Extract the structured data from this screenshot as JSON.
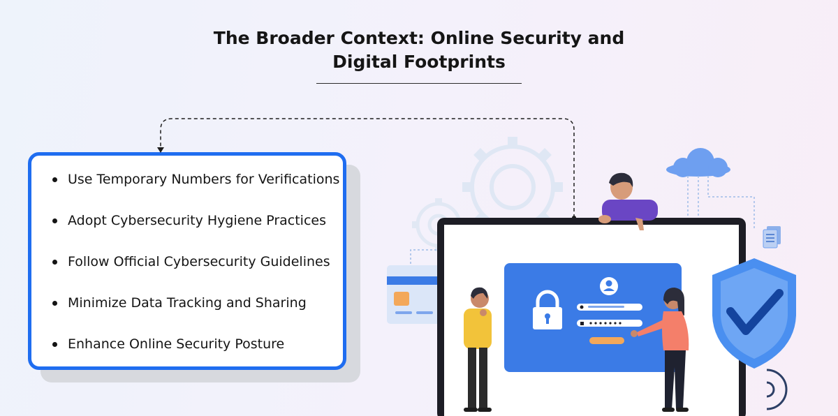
{
  "header": {
    "title_line1": "The Broader Context: Online Security and",
    "title_line2": "Digital Footprints"
  },
  "card": {
    "items": [
      "Use Temporary Numbers for Verifications",
      "Adopt Cybersecurity Hygiene Practices",
      "Follow Official Cybersecurity Guidelines",
      "Minimize Data Tracking and Sharing",
      "Enhance Online Security Posture"
    ]
  },
  "colors": {
    "accent": "#1f6df0",
    "panel": "#3b7be6",
    "shield": "#4a8ff0",
    "check": "#14449e",
    "gear": "#dfe7f4"
  }
}
